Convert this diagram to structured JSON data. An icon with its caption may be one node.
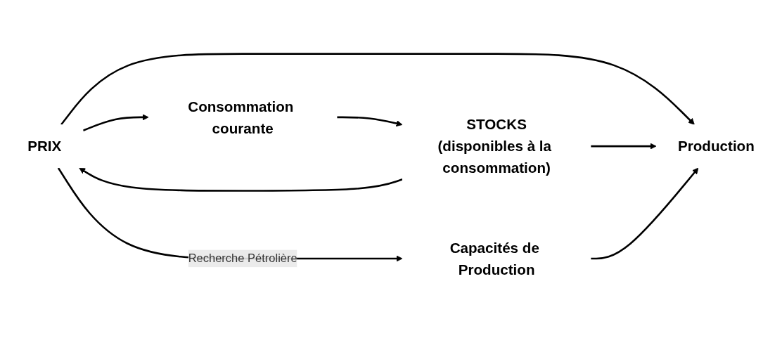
{
  "diagram": {
    "nodes": [
      {
        "text": [
          "PRIX"
        ]
      },
      {
        "text": [
          "Consommation courante"
        ]
      },
      {
        "text": [
          "STOCKS",
          "(disponibles à la consommation)"
        ]
      },
      {
        "text": [
          "Production"
        ]
      },
      {
        "text": [
          "Capacités de Production"
        ]
      }
    ],
    "edges": [
      {
        "from": 0,
        "to": 1,
        "arrow": "to"
      },
      {
        "from": 1,
        "to": 2,
        "arrow": "to"
      },
      {
        "from": 2,
        "to": 0,
        "arrow": "to"
      },
      {
        "from": 0,
        "to": 3,
        "arrow": "to"
      },
      {
        "from": 2,
        "to": 3,
        "arrow": "to"
      },
      {
        "from": 0,
        "to": 4,
        "arrow": "to",
        "label": "Recherche Pétrolière"
      },
      {
        "from": 4,
        "to": 3,
        "arrow": "to"
      }
    ]
  }
}
